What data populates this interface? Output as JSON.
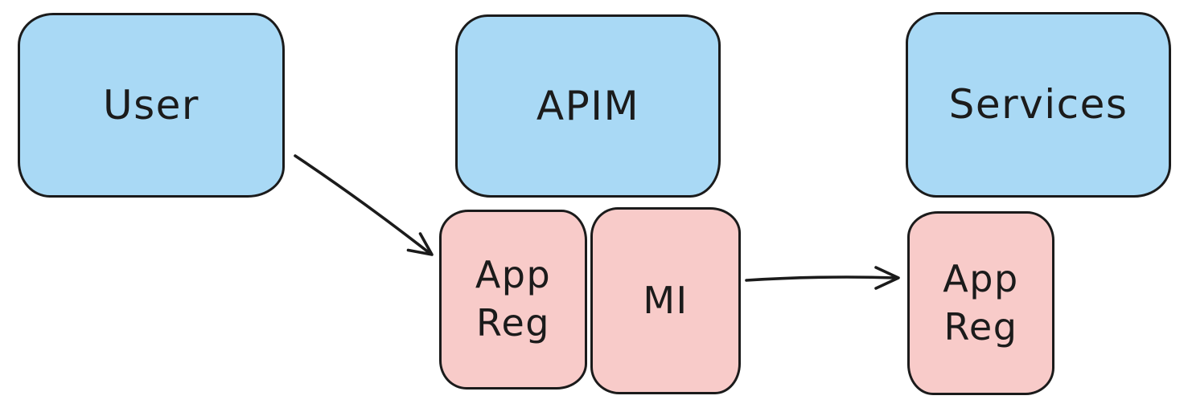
{
  "diagram": {
    "background": "#ffffff",
    "stroke_color": "#1b1b1b",
    "colors": {
      "blue_fill": "#a9d9f5",
      "pink_fill": "#f8cbc9"
    },
    "nodes": {
      "user": {
        "label": "User",
        "color": "#a9d9f5"
      },
      "apim": {
        "label": "APIM",
        "color": "#a9d9f5"
      },
      "services": {
        "label": "Services",
        "color": "#a9d9f5"
      },
      "app_reg_left": {
        "label": "App Reg",
        "color": "#f8cbc9"
      },
      "mi": {
        "label": "MI",
        "color": "#f8cbc9"
      },
      "app_reg_right": {
        "label": "App Reg",
        "color": "#f8cbc9"
      }
    },
    "edges": [
      {
        "from": "user",
        "to": "app_reg_left",
        "style": "arrow"
      },
      {
        "from": "mi",
        "to": "app_reg_right",
        "style": "arrow"
      }
    ]
  }
}
